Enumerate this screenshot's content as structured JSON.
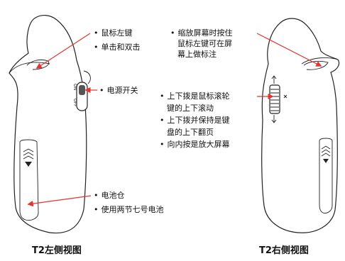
{
  "colors": {
    "callout": "#e3342f",
    "line": "#222222"
  },
  "left_view": {
    "caption": "T2左侧视图",
    "device_marks": {
      "on": "ON",
      "off": "OFF"
    },
    "callouts": {
      "left_button": [
        "鼠标左键",
        "单击和双击"
      ],
      "power_switch": [
        "电源开关"
      ],
      "battery": [
        "电池仓",
        "使用两节七号电池"
      ]
    }
  },
  "right_view": {
    "caption": "T2右侧视图",
    "callouts": {
      "zoom_note": [
        "缩放屏幕时按住",
        "鼠标左键可在屏",
        "幕上做标注"
      ],
      "scroll_wheel": [
        "上下拨是鼠标滚轮",
        "键的上下滚动",
        "上下拨并保持是键",
        "盘的上下翻页",
        "向内按是放大屏幕"
      ]
    }
  }
}
